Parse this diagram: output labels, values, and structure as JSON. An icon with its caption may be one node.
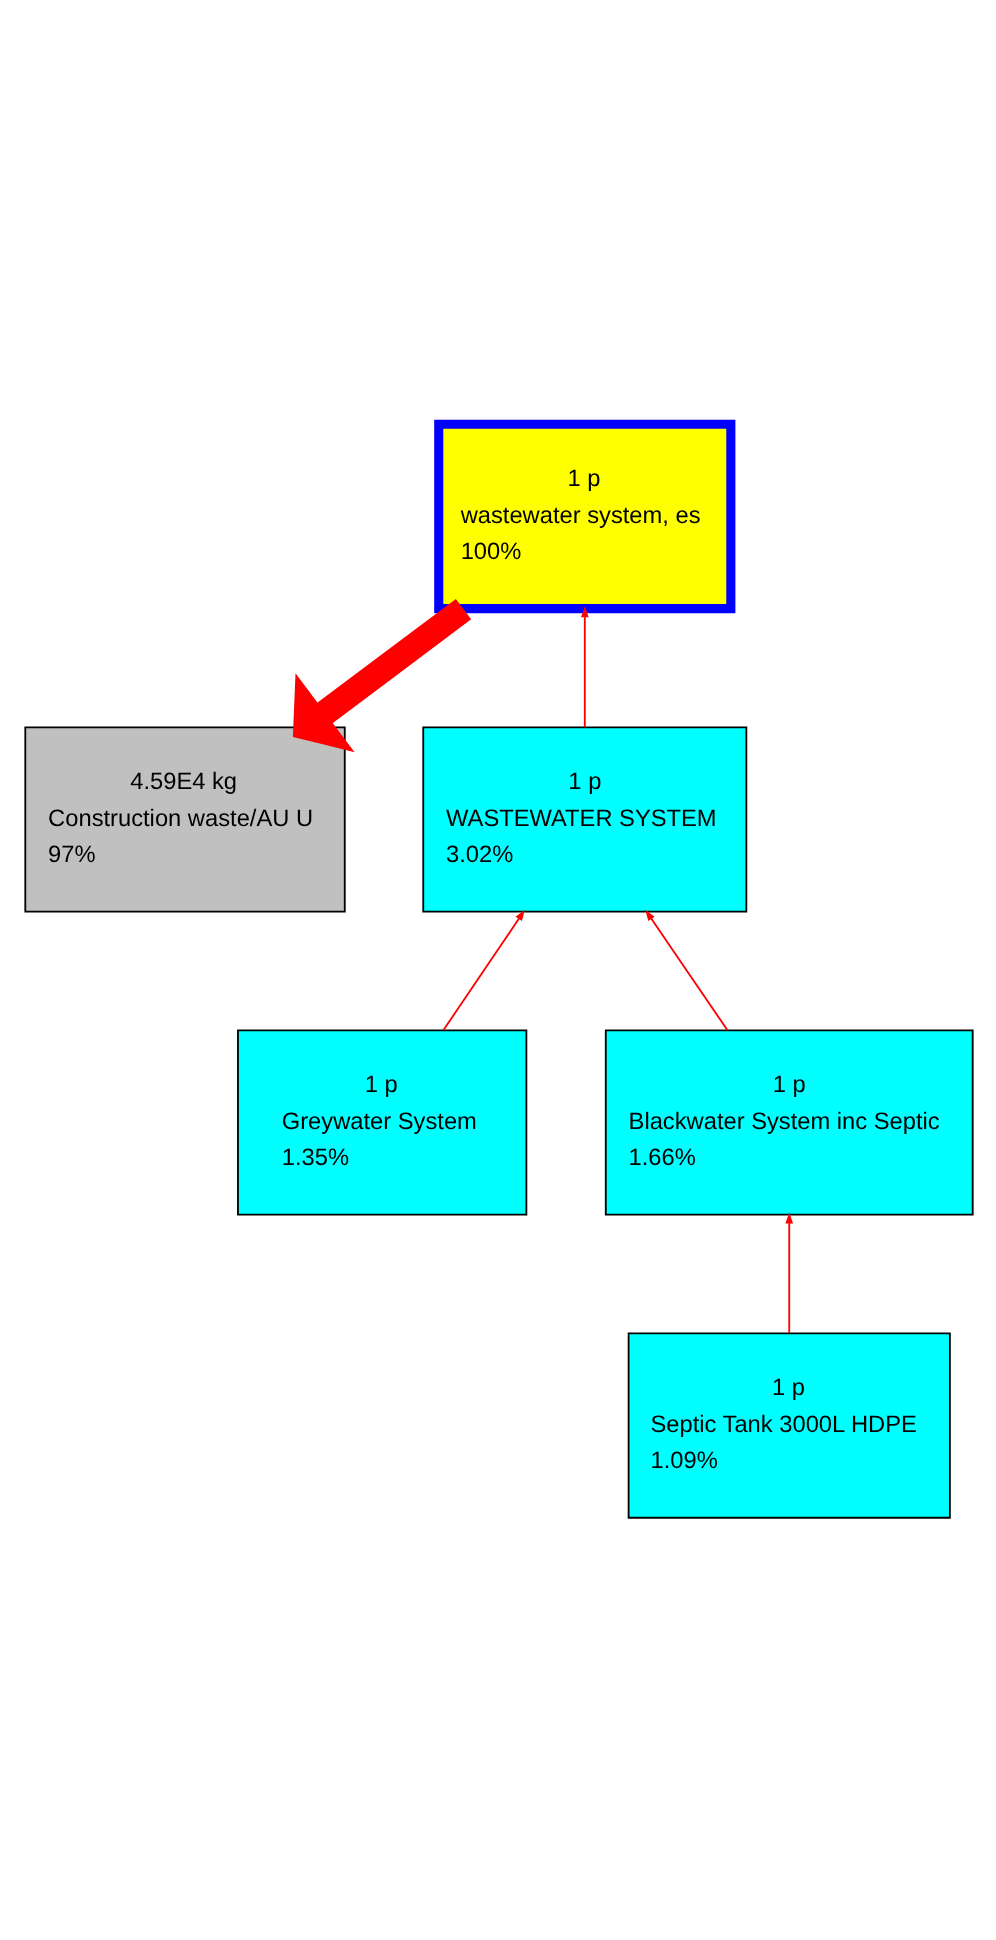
{
  "diagram": {
    "nodes": [
      {
        "text": [
          "1 p",
          "wastewater system, es",
          "100%"
        ]
      },
      {
        "text": [
          "1 p",
          "WASTEWATER SYSTEM",
          "3.02%"
        ]
      },
      {
        "text": [
          "4.59E4 kg",
          "Construction waste/AU U",
          "97%"
        ]
      },
      {
        "text": [
          "1 p",
          "Greywater System",
          "1.35%"
        ]
      },
      {
        "text": [
          "1 p",
          "Blackwater System inc Septic",
          "1.66%"
        ]
      },
      {
        "text": [
          "1 p",
          "Septic Tank 3000L HDPE",
          "1.09%"
        ]
      }
    ],
    "edges": [
      {
        "from": 1,
        "to": 0,
        "arrow": "to"
      },
      {
        "from": 0,
        "to": 2,
        "arrow": "to",
        "style": "thick"
      },
      {
        "from": 3,
        "to": 1,
        "arrow": "to"
      },
      {
        "from": 4,
        "to": 1,
        "arrow": "to"
      },
      {
        "from": 5,
        "to": 4,
        "arrow": "to"
      }
    ]
  }
}
